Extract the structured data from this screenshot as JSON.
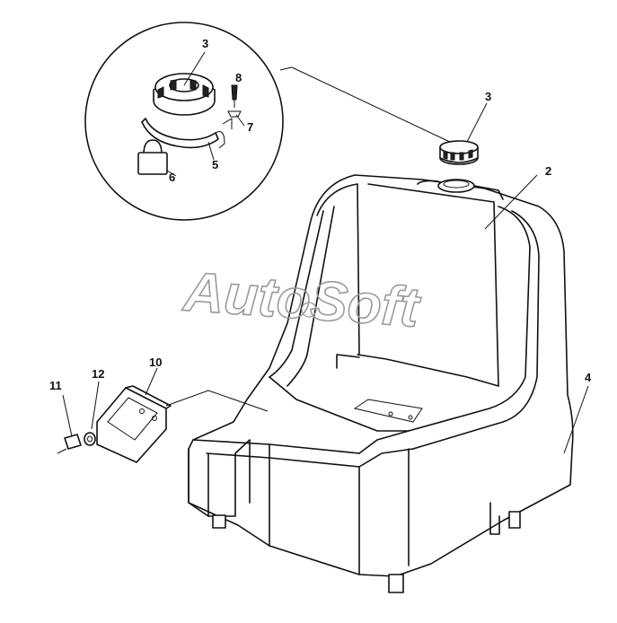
{
  "callouts": {
    "c3_inset": "3",
    "c8": "8",
    "c7": "7",
    "c5": "5",
    "c6": "6",
    "c3_main": "3",
    "c2": "2",
    "c4": "4",
    "c10": "10",
    "c11": "11",
    "c12": "12"
  },
  "watermark": "AutoSoft",
  "colors": {
    "line": "#111111",
    "watermark": "#9a9a9a",
    "background": "#ffffff"
  }
}
